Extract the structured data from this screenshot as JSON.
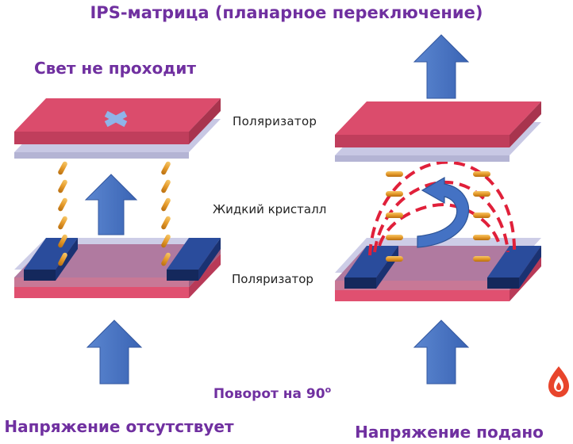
{
  "title": "IPS-матрица (планарное переключение)",
  "state_off": {
    "heading": "Свет не проходит",
    "caption": "Напряжение отсутствует"
  },
  "state_on": {
    "caption": "Напряжение подано"
  },
  "labels": {
    "polarizer_top": "Поляризатор",
    "liquid_crystal": "Жидкий кристалл",
    "polarizer_bottom": "Поляризатор",
    "rotation_text": "Поворот на 90",
    "rotation_sup": "о"
  },
  "icons": {
    "blocked_mark": "cross-icon",
    "rotation": "curved-arrow-icon",
    "light_arrows": "up-arrow-icon",
    "brand": "drop-logo-icon"
  },
  "colors": {
    "heading_purple": "#7030a0",
    "polarizer_pink": "#d94a6a",
    "polarizer_shadow": "#c8c8e4",
    "glass_mauve": "#b07aa0",
    "electrode_navy": "#1f3a80",
    "arrow_blue": "#4472c4",
    "crystal_orange": "#e8a030",
    "field_red": "#e0203a",
    "cross_blue": "#8fb4e8"
  }
}
